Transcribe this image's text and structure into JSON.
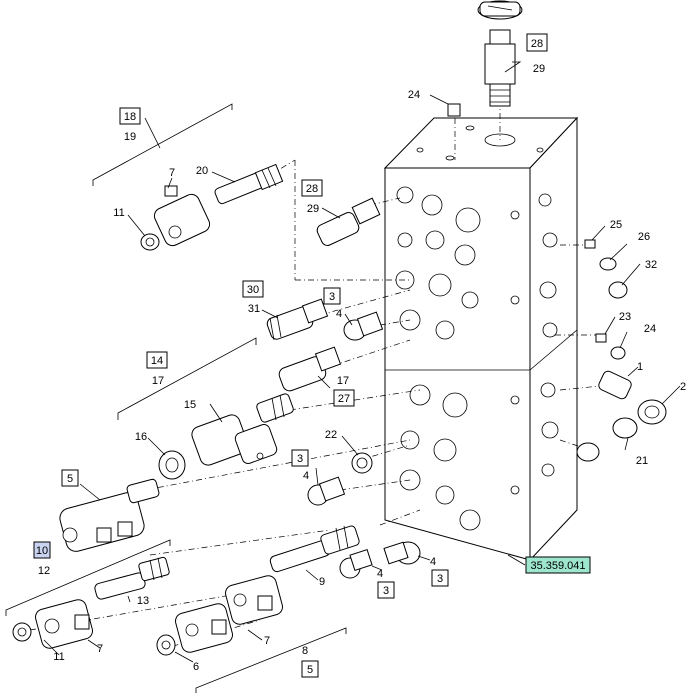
{
  "callouts": {
    "c28a": "28",
    "c29a": "29",
    "c24a": "24",
    "c18": "18",
    "c19": "19",
    "c7a": "7",
    "c20": "20",
    "c11a": "11",
    "c28b": "28",
    "c29b": "29",
    "c25": "25",
    "c26": "26",
    "c32": "32",
    "c23": "23",
    "c24b": "24",
    "c1": "1",
    "c2": "2",
    "c21": "21",
    "c30": "30",
    "c31": "31",
    "c3a": "3",
    "c4a": "4",
    "c14": "14",
    "c17a": "17",
    "c17b": "17",
    "c27": "27",
    "c15": "15",
    "c16": "16",
    "c22": "22",
    "c3b": "3",
    "c4b": "4",
    "c5a": "5",
    "c10": "10",
    "c12": "12",
    "c13": "13",
    "c9": "9",
    "c4c": "4",
    "c3c": "3",
    "c4d": "4",
    "c3d": "3",
    "c11b": "11",
    "c7b": "7",
    "c7c": "7",
    "c6": "6",
    "c8": "8",
    "c5b": "5"
  },
  "reference": "35.359.041",
  "colors": {
    "highlight": "#c9d3f0",
    "reference": "#9fe6cf",
    "line": "#000000"
  }
}
